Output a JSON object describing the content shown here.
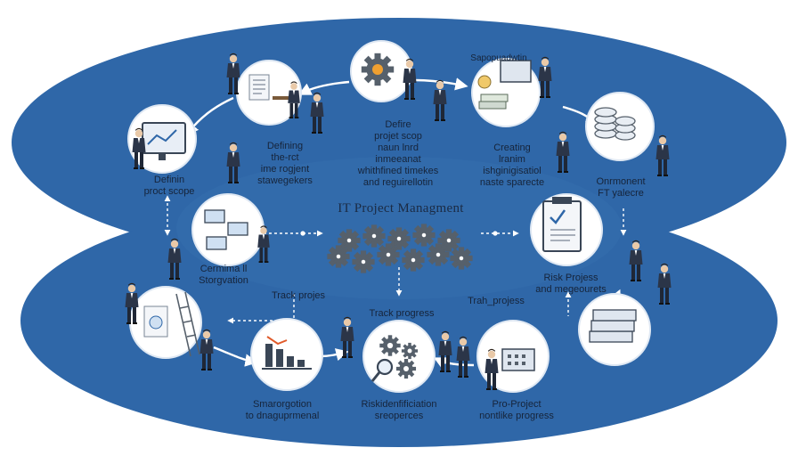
{
  "title": "IT Project Managment",
  "labels": {
    "top_center": [
      "Defire",
      "projet scop",
      "naun lnrd",
      "inmeeanat",
      "whithfined timekes",
      "and reguirellotin"
    ],
    "top_right_header": "Sapopuadwtin",
    "top_right": [
      "Creating",
      "lranim",
      "ishginigisatiol",
      "naste sparecte"
    ],
    "far_right": [
      "Onrmonent",
      "FT yalecre"
    ],
    "top_left": [
      "Defining",
      "the-rct",
      "ime rogjent",
      "stawegekers"
    ],
    "far_left": [
      "Definin",
      "proct scope"
    ],
    "mid_left": [
      "Cermima ll",
      "Storgvation"
    ],
    "mid_right": [
      "Risk Projess",
      "and megeourets"
    ],
    "track_left": "Track projes",
    "track_center": "Track progress",
    "track_right": "Trah_projess",
    "bottom_left": [
      "Smarorgotion",
      "to dnaguprmenal"
    ],
    "bottom_center": [
      "Riskidenfificiation",
      "sreoperces"
    ],
    "bottom_right": [
      "Pro-Project",
      "nontlike progress"
    ]
  },
  "colors": {
    "ellipse": "#2f67a8",
    "ellipse_dark": "#1f4f86",
    "circle_fill": "#ffffff",
    "circle_stroke": "#e6eef8",
    "arrow": "#ffffff",
    "gear": "#56606b",
    "suit": "#2b3548",
    "text": "#16243a"
  },
  "icons": [
    "gear-icon",
    "monitor-icon",
    "clipboard-icon",
    "coins-icon",
    "chart-icon",
    "magnifier-icon",
    "cash-stack-icon",
    "document-icon",
    "ladder-icon"
  ]
}
